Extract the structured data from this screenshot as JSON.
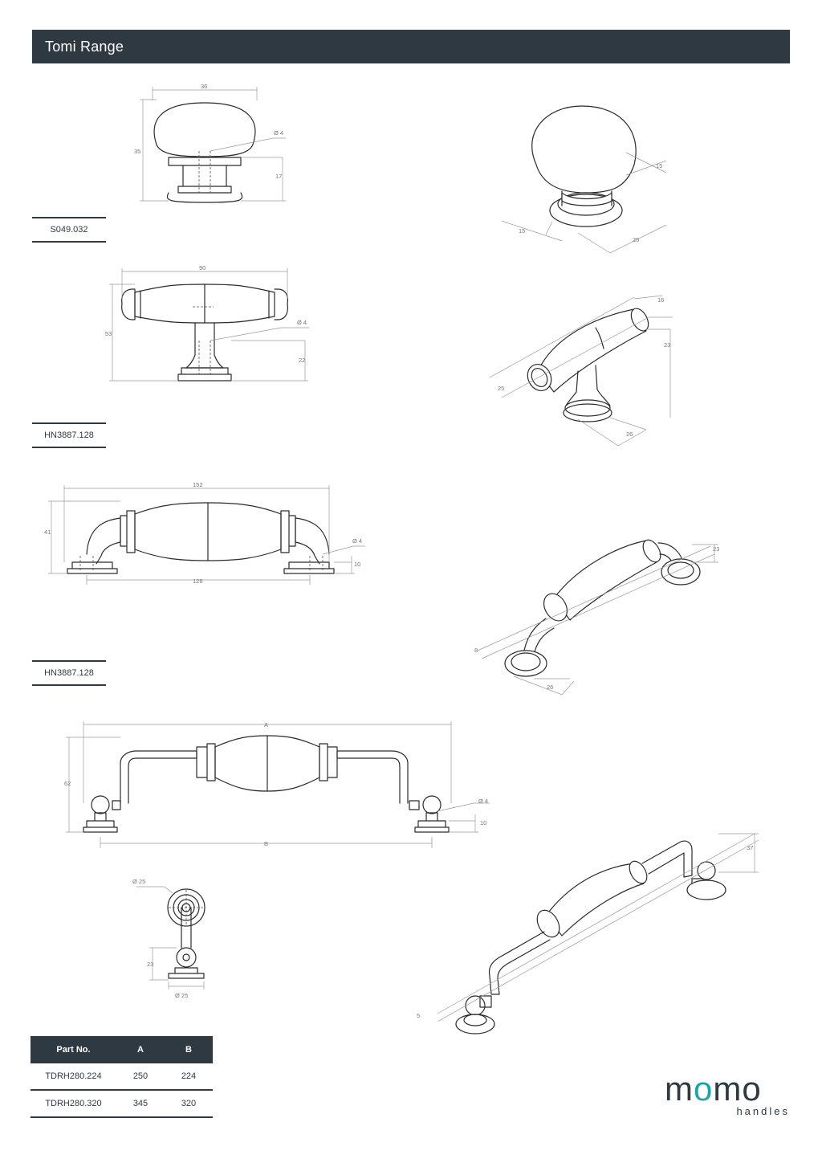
{
  "header": {
    "title": "Tomi Range"
  },
  "products": [
    {
      "code": "S049.032"
    },
    {
      "code": "HN3887.128"
    },
    {
      "code": "HN3887.128"
    }
  ],
  "dimensions": {
    "knob_width": "36",
    "knob_height": "35",
    "knob_dia": "Ø 4",
    "knob_base": "17",
    "knob_iso_a": "15",
    "knob_iso_b": "15",
    "knob_iso_c": "25",
    "tbar_width": "90",
    "tbar_height": "53",
    "tbar_dia": "Ø 4",
    "tbar_base": "22",
    "tbar_iso_a": "16",
    "tbar_iso_b": "23",
    "tbar_iso_c": "25",
    "tbar_iso_d": "26",
    "pull_width": "152",
    "pull_height": "41",
    "pull_dia": "Ø 4",
    "pull_base": "10",
    "pull_centres": "128",
    "pull_iso_a": "23",
    "pull_iso_b": "8",
    "pull_iso_c": "26",
    "d_width": "A",
    "d_height": "62",
    "d_dia": "Ø 4",
    "d_base": "10",
    "d_centres": "B",
    "end_top": "Ø 25",
    "end_side": "23",
    "end_bottom": "Ø 25",
    "d_iso_a": "37",
    "d_iso_b": "5"
  },
  "table": {
    "headers": [
      "Part No.",
      "A",
      "B"
    ],
    "rows": [
      [
        "TDRH280.224",
        "250",
        "224"
      ],
      [
        "TDRH280.320",
        "345",
        "320"
      ]
    ]
  },
  "logo": {
    "word_start": "m",
    "word_accent": "o",
    "word_end": "mo",
    "sub": "handles"
  },
  "colors": {
    "header_bg": "#2f3942",
    "accent": "#1aa5a8"
  }
}
